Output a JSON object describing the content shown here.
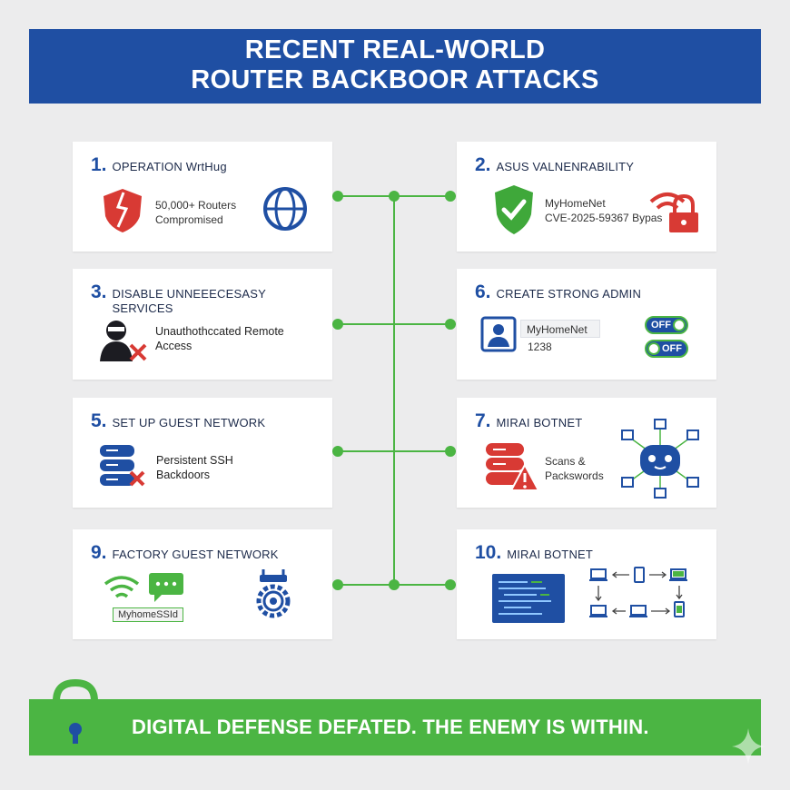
{
  "header": {
    "line1": "RECENT REAL-WORLD",
    "line2": "ROUTER BACKBOOR ATTACKS"
  },
  "cards": [
    {
      "num": "1.",
      "title": "OPERATION WrtHug",
      "text1": "50,000+ Routers",
      "text2": "Compromised"
    },
    {
      "num": "2.",
      "title": "ASUS VALNENRABILITY",
      "text1": "MyHomeNet",
      "text2": "CVE-2025-59367 Bypas"
    },
    {
      "num": "3.",
      "title1": "DISABLE UNNEEECESASY",
      "title2": "SERVICES",
      "text1": "Unauthothccated Remote",
      "text2": "Access"
    },
    {
      "num": "6.",
      "title": "CREATE STRONG ADMIN",
      "field1": "MyHomeNet",
      "field2": "1238",
      "toggle1": "OFF",
      "toggle2": "OFF"
    },
    {
      "num": "5.",
      "title": "SET UP GUEST NETWORK",
      "text1": "Persistent SSH",
      "text2": "Backdoors"
    },
    {
      "num": "7.",
      "title": "MIRAI BOTNET",
      "text1": "Scans &",
      "text2": "Packswords"
    },
    {
      "num": "9.",
      "title": "FACTORY GUEST NETWORK",
      "ssid": "MyhomeSSId"
    },
    {
      "num": "10.",
      "title": "MIRAI BOTNET"
    }
  ],
  "footer": {
    "text": "DIGITAL DEFENSE DEFATED. THE ENEMY IS WITHIN."
  },
  "colors": {
    "blue": "#1f4fa3",
    "green": "#4bb543",
    "red": "#d83a34"
  }
}
